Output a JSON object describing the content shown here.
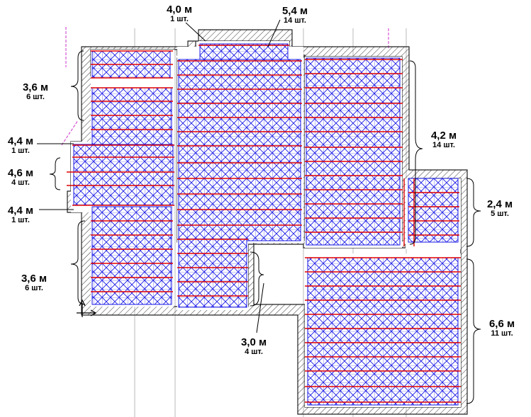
{
  "labels": [
    {
      "id": "top-4-0",
      "length": "4,0 м",
      "count": "1 шт."
    },
    {
      "id": "top-5-4",
      "length": "5,4 м",
      "count": "14 шт."
    },
    {
      "id": "left-3-6-a",
      "length": "3,6 м",
      "count": "6 шт."
    },
    {
      "id": "left-4-4-a",
      "length": "4,4 м",
      "count": "1 шт."
    },
    {
      "id": "left-4-6",
      "length": "4,6 м",
      "count": "4 шт."
    },
    {
      "id": "left-4-4-b",
      "length": "4,4 м",
      "count": "1 шт."
    },
    {
      "id": "left-3-6-b",
      "length": "3,6 м",
      "count": "6 шт."
    },
    {
      "id": "right-4-2",
      "length": "4,2 м",
      "count": "14 шт."
    },
    {
      "id": "right-2-4",
      "length": "2,4 м",
      "count": "5 шт."
    },
    {
      "id": "right-6-6",
      "length": "6,6 м",
      "count": "11 шт."
    },
    {
      "id": "bottom-3-0",
      "length": "3,0 м",
      "count": "4 шт."
    }
  ],
  "colors": {
    "mesh": "#1a1ae6",
    "bar": "#e00000",
    "wall": "#222222",
    "guide": "#b0b0b0",
    "guide_magenta": "#cc33cc"
  }
}
